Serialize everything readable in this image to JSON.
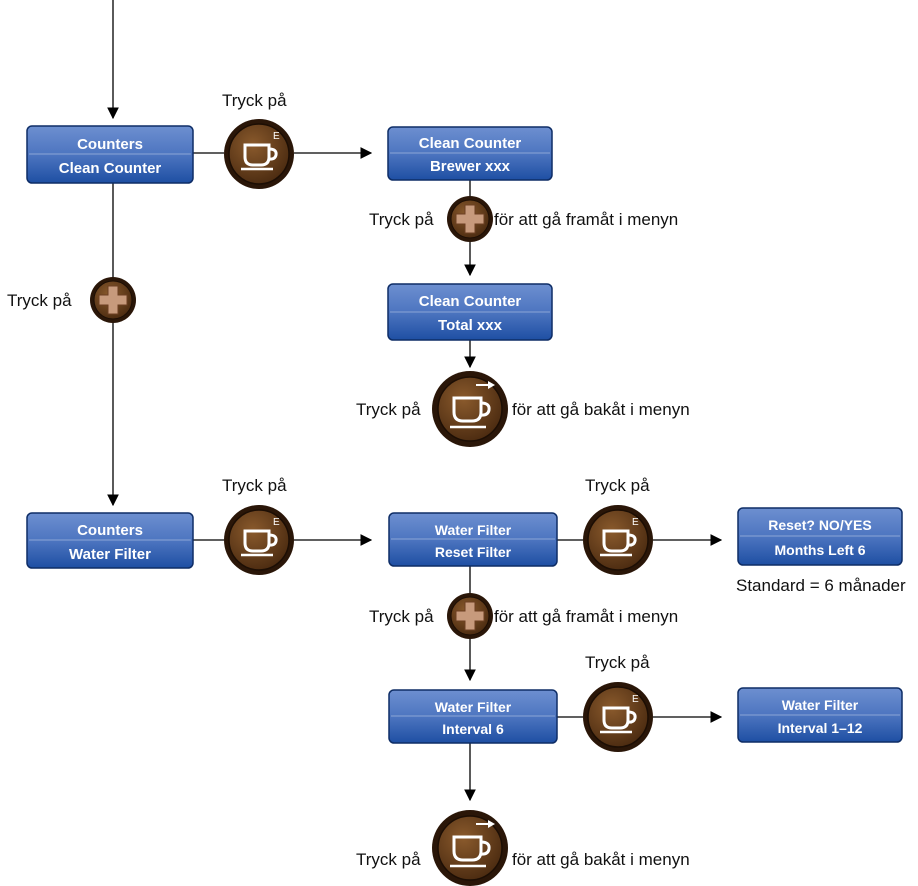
{
  "colors": {
    "box_top": "#6d8fd0",
    "box_bottom": "#1e4fa3",
    "box_border": "#0e2d66",
    "button_outer": "#2a1608",
    "button_inner": "#7a4a22",
    "button_glyph": "#ffffff"
  },
  "boxes": {
    "counters_clean": {
      "line1": "Counters",
      "line2": "Clean Counter"
    },
    "clean_brewer": {
      "line1": "Clean Counter",
      "line2": "Brewer xxx"
    },
    "clean_total": {
      "line1": "Clean Counter",
      "line2": "Total xxx"
    },
    "counters_water": {
      "line1": "Counters",
      "line2": "Water Filter"
    },
    "water_reset": {
      "line1": "Water Filter",
      "line2": "Reset Filter"
    },
    "reset_confirm": {
      "line1": "Reset? NO/YES",
      "line2": "Months Left 6"
    },
    "water_interval": {
      "line1": "Water Filter",
      "line2": "Interval 6"
    },
    "interval_range": {
      "line1": "Water Filter",
      "line2": "Interval 1–12"
    }
  },
  "buttons": {
    "enter_label": "E"
  },
  "labels": {
    "press": "Tryck på",
    "forward": "för att gå framåt i menyn",
    "back": "för att gå bakåt i menyn",
    "standard_note": "Standard = 6 månader"
  }
}
